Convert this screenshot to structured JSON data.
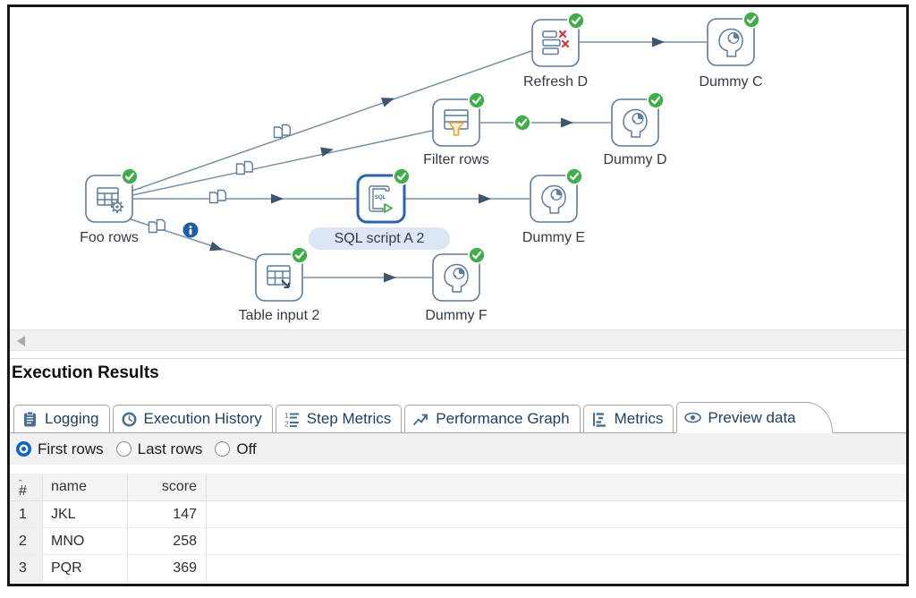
{
  "canvas": {
    "nodes": [
      {
        "label": "Foo rows",
        "type": "data-grid-step"
      },
      {
        "label": "Refresh D",
        "type": "delete-step"
      },
      {
        "label": "Dummy C",
        "type": "dummy-step"
      },
      {
        "label": "Filter rows",
        "type": "filter-rows-step"
      },
      {
        "label": "Dummy D",
        "type": "dummy-step"
      },
      {
        "label": "SQL script A 2",
        "type": "sql-script-step",
        "selected": true
      },
      {
        "label": "Dummy E",
        "type": "dummy-step"
      },
      {
        "label": "Table input 2",
        "type": "table-input-step"
      },
      {
        "label": "Dummy F",
        "type": "dummy-step"
      }
    ],
    "sql_icon_text": "SQL",
    "colors": {
      "success_badge": "#3fae49",
      "info_badge": "#1d5cab",
      "node_border": "#5c7d9c",
      "selected_border": "#2b63ac",
      "selected_label_bg": "#dde6f4",
      "hop_line": "#7b90a5",
      "arrow": "#3d566e"
    }
  },
  "results": {
    "title": "Execution Results",
    "tabs": [
      {
        "label": "Logging",
        "icon": "clipboard-icon",
        "active": false
      },
      {
        "label": "Execution History",
        "icon": "clock-icon",
        "active": false
      },
      {
        "label": "Step Metrics",
        "icon": "numbered-list-icon",
        "active": false
      },
      {
        "label": "Performance Graph",
        "icon": "line-chart-icon",
        "active": false
      },
      {
        "label": "Metrics",
        "icon": "gantt-icon",
        "active": false
      },
      {
        "label": "Preview data",
        "icon": "eye-icon",
        "active": true
      }
    ],
    "row_options": [
      {
        "label": "First rows",
        "selected": true
      },
      {
        "label": "Last rows",
        "selected": false
      },
      {
        "label": "Off",
        "selected": false
      }
    ],
    "table": {
      "sort_caret": "ˆ",
      "columns": [
        "#",
        "name",
        "score"
      ],
      "rows": [
        [
          "1",
          "JKL",
          "147"
        ],
        [
          "2",
          "MNO",
          "258"
        ],
        [
          "3",
          "PQR",
          "369"
        ]
      ]
    }
  }
}
